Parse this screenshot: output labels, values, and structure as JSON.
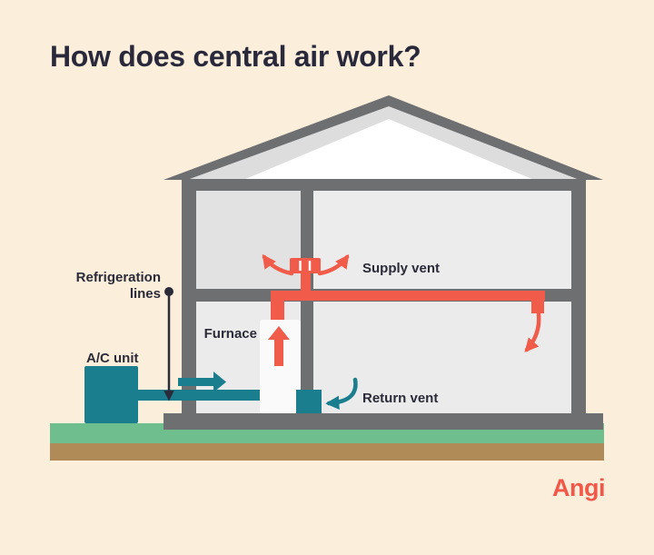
{
  "title": "How does central air work?",
  "labels": {
    "refrigeration": "Refrigeration lines",
    "ac_unit": "A/C unit",
    "furnace": "Furnace",
    "supply_vent": "Supply vent",
    "return_vent": "Return vent"
  },
  "brand": "Angi",
  "colors": {
    "background": "#FBEEDB",
    "structure_gray": "#6E6F71",
    "interior_gray": "#E9E9E9",
    "roof_inner_white": "#FFFFFF",
    "duct_red": "#F15B4A",
    "hvac_teal": "#1B7E8F",
    "grass_green": "#6FBE8D",
    "dirt_brown": "#B18B57",
    "text_dark": "#2B2B39",
    "brand_red": "#F2584A"
  }
}
